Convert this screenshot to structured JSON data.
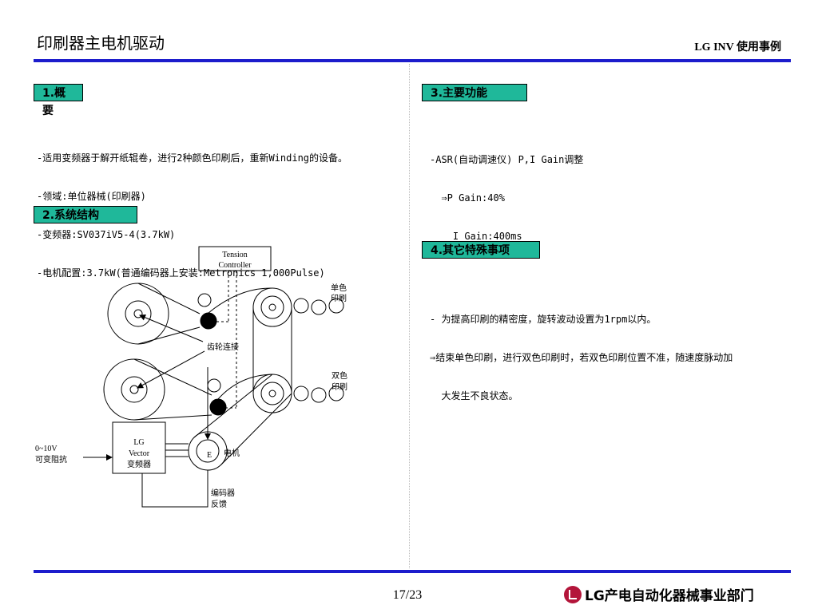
{
  "header": {
    "title": "印刷器主电机驱动",
    "brand": "LG INV 使用事例"
  },
  "sections": {
    "overview": {
      "heading": "1.概要",
      "lines": [
        "-适用变频器于解开纸辊卷，进行2种颜色印刷后，重新Winding的设备。",
        "-领域:单位器械(印刷器)",
        "-变频器:SV037iV5-4(3.7kW)",
        "-电机配置:3.7kW(普通编码器上安装:Metronics 1,000Pulse)"
      ]
    },
    "structure": {
      "heading": "2.系统结构"
    },
    "functions": {
      "heading": "3.主要功能",
      "lines": [
        "-ASR(自动调速仪) P,I Gain调整",
        "  ⇒P Gain:40%",
        "    I Gain:400ms"
      ]
    },
    "special": {
      "heading": "4.其它特殊事项",
      "lines": [
        "- 为提高印刷的精密度，旋转波动设置为1rpm以内。",
        "⇒结束单色印刷，进行双色印刷时，若双色印刷位置不准，随速度脉动加",
        "  大发生不良状态。"
      ]
    }
  },
  "diagram": {
    "tension_controller_line1": "Tension",
    "tension_controller_line2": "Controller",
    "single_color_line1": "单色",
    "single_color_line2": "印刷",
    "double_color_line1": "双色",
    "double_color_line2": "印刷",
    "gear_link": "齿轮连接",
    "inverter_line1": "LG",
    "inverter_line2": "Vector",
    "inverter_line3": "变频器",
    "input_line1": "0~10V",
    "input_line2": "可变阻抗",
    "encoder_mark": "E",
    "motor": "电机",
    "encoder_line1": "编码器",
    "encoder_line2": "反馈"
  },
  "footer": {
    "page": "17/23",
    "brand": "LG产电自动化器械事业部门"
  },
  "colors": {
    "rule": "#1d1dcc",
    "section_fill": "#1fb89a",
    "logo": "#b3153a"
  }
}
